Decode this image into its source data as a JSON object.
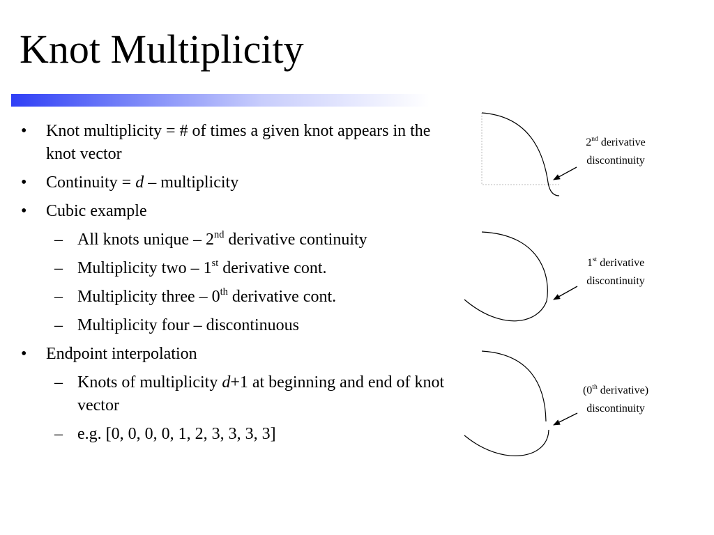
{
  "slide": {
    "title": "Knot Multiplicity",
    "bullets": {
      "b1_text": "Knot multiplicity = # of times a given knot appears in the knot vector",
      "b2_prefix": "Continuity = ",
      "b2_var": "d",
      "b2_suffix": " – multiplicity",
      "b3_text": "Cubic example",
      "s1_pre": "All knots unique – 2",
      "s1_sup": "nd",
      "s1_post": " derivative continuity",
      "s2_pre": "Multiplicity two – 1",
      "s2_sup": "st",
      "s2_post": " derivative cont.",
      "s3_pre": "Multiplicity three – 0",
      "s3_sup": "th",
      "s3_post": " derivative cont.",
      "s4_text": "Multiplicity four – discontinuous",
      "b4_text": "Endpoint interpolation",
      "s5_pre": "Knots of multiplicity ",
      "s5_var": "d",
      "s5_post": "+1 at beginning and end of knot vector",
      "s6_text": "e.g. [0, 0, 0, 0, 1, 2, 3, 3, 3, 3]",
      "bullet_glyph": "•",
      "dash_glyph": "–"
    },
    "figures": {
      "f1_pre": "2",
      "f1_sup": "nd",
      "f1_post": " derivative",
      "f1_line2": "discontinuity",
      "f2_pre": "1",
      "f2_sup": "st",
      "f2_post": " derivative",
      "f2_line2": "discontinuity",
      "f3_pre": "(0",
      "f3_sup": "th",
      "f3_post": " derivative)",
      "f3_line2": "discontinuity"
    },
    "colors": {
      "title_bar_start": "#2f3ff6",
      "title_bar_end": "#ffffff"
    }
  }
}
